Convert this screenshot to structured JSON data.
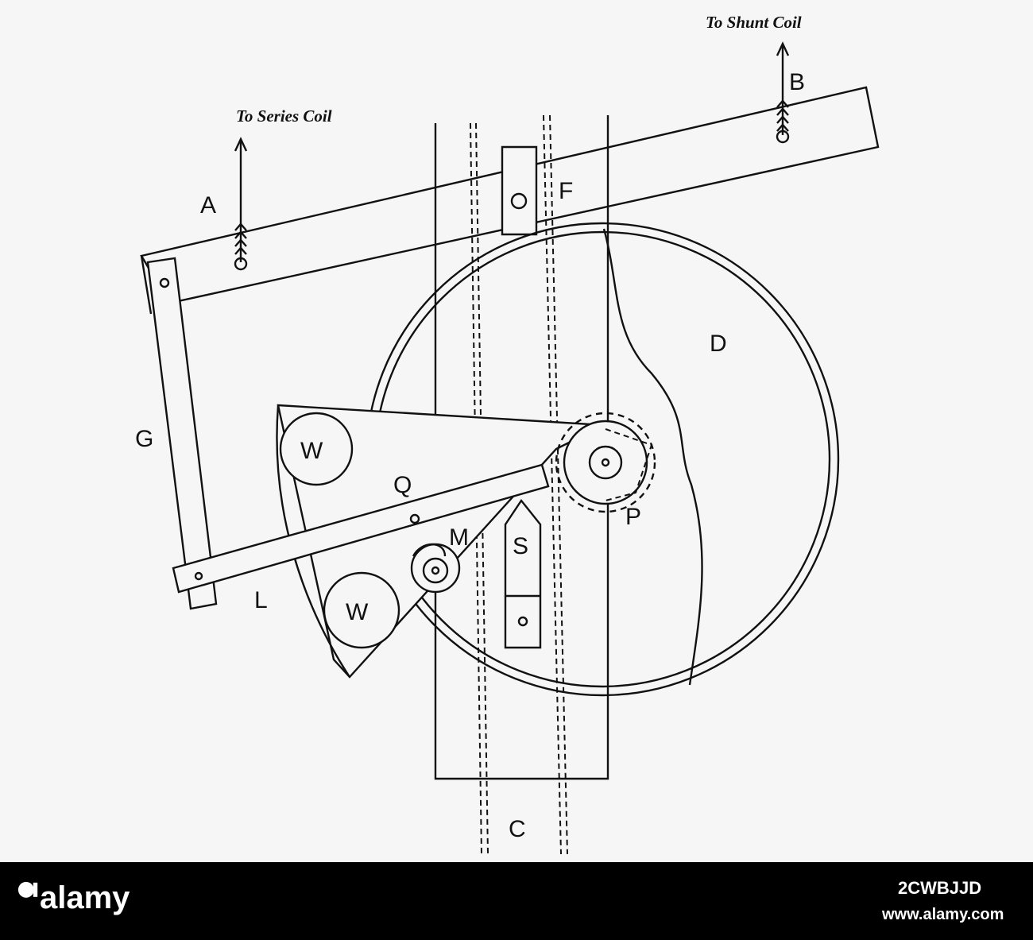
{
  "captions": {
    "series_coil": "To Series Coil",
    "shunt_coil": "To Shunt Coil"
  },
  "labels": {
    "A": "A",
    "B": "B",
    "C": "C",
    "D": "D",
    "F": "F",
    "G": "G",
    "L": "L",
    "M": "M",
    "P": "P",
    "Q": "Q",
    "S": "S",
    "W_upper": "W",
    "W_lower": "W"
  },
  "watermark": {
    "brand": "alamy",
    "stock_id": "2CWBJJD",
    "site": "www.alamy.com"
  },
  "colors": {
    "ink": "#111111",
    "paper": "#f6f6f6",
    "footer": "#000000"
  }
}
